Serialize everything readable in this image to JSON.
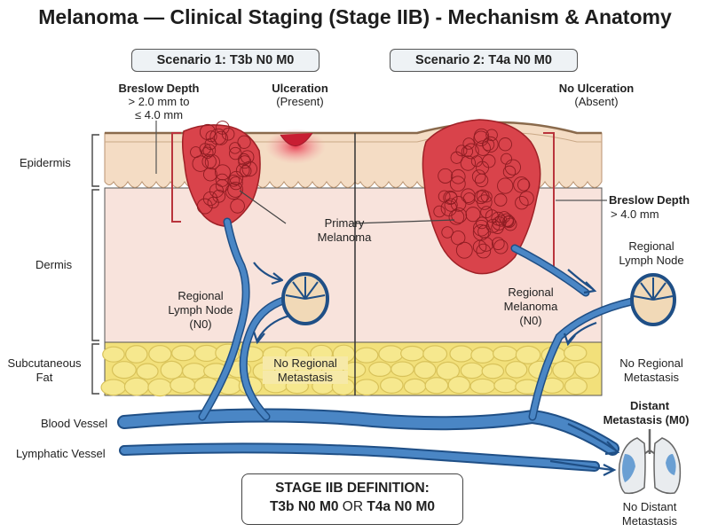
{
  "title": "Melanoma — Clinical Staging (Stage IIB) - Mechanism & Anatomy",
  "scenario1": {
    "label": "Scenario 1: T3b N0 M0",
    "breslow_title": "Breslow Depth",
    "breslow_line1": "> 2.0 mm to",
    "breslow_line2": "≤ 4.0 mm",
    "ulceration_title": "Ulceration",
    "ulceration_state": "(Present)",
    "primary_line1": "Primary",
    "primary_line2": "Melanoma",
    "node_line1": "Regional",
    "node_line2": "Lymph Node",
    "node_line3": "(N0)",
    "no_met_line1": "No Regional",
    "no_met_line2": "Metastasis"
  },
  "scenario2": {
    "label": "Scenario 2: T4a N0 M0",
    "ulceration_title": "No Ulceration",
    "ulceration_state": "(Absent)",
    "breslow_title": "Breslow Depth",
    "breslow_value": "> 4.0 mm",
    "regional_line1": "Regional",
    "regional_line2": "Melanoma",
    "regional_line3": "(N0)",
    "node_line1": "Regional",
    "node_line2": "Lymph Node",
    "no_met_line1": "No Regional",
    "no_met_line2": "Metastasis"
  },
  "layers": {
    "epidermis": "Epidermis",
    "dermis": "Dermis",
    "subcut_line1": "Subcutaneous",
    "subcut_line2": "Fat"
  },
  "vessels": {
    "blood": "Blood Vessel",
    "lymphatic": "Lymphatic Vessel"
  },
  "distant": {
    "line1": "Distant",
    "line2": "Metastasis (M0)",
    "no_line1": "No Distant",
    "no_line2": "Metastasis"
  },
  "definition": {
    "heading": "STAGE IIB DEFINITION:",
    "stage_a": "T3b N0 M0",
    "connector": " OR ",
    "stage_b": "T4a N0 M0"
  },
  "colors": {
    "epidermis": "#f4dcc4",
    "dermis": "#f8e3dc",
    "fat": "#f2e07a",
    "fat_outline": "#d8c25a",
    "tumor": "#d9434b",
    "tumor_dark": "#9f2127",
    "vessel": "#4a86c5",
    "vessel_dark": "#1f4f86",
    "node_fill": "#f1d9b7",
    "lung": "#e9ecef",
    "lung_met": "#6a9fd3"
  }
}
